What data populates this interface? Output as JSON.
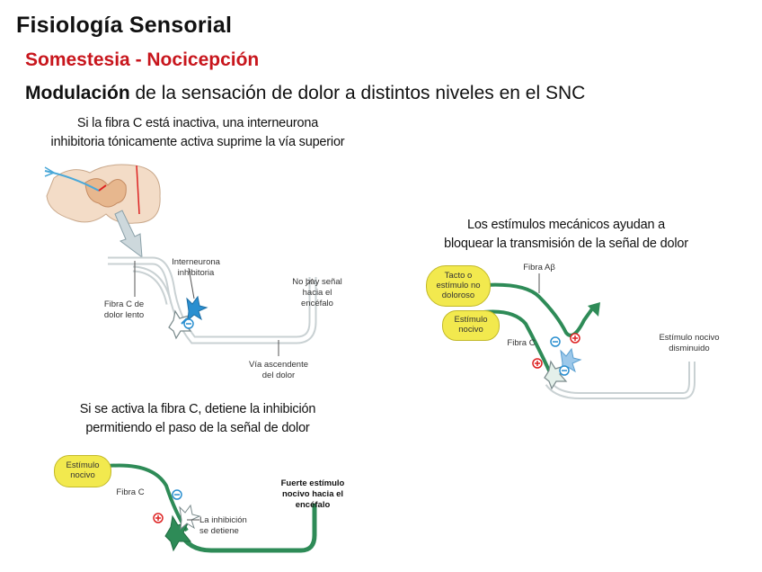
{
  "header": {
    "title": "Fisiología Sensorial",
    "subtitle": "Somestesia - Nocicepción",
    "heading_bold": "Modulación",
    "heading_rest": " de la sensación de dolor a distintos niveles en el SNC"
  },
  "panel_a": {
    "caption_line1": "Si la fibra C está inactiva, una interneurona",
    "caption_line2": "inhibitoria tónicamente activa suprime la vía superior",
    "label_interneuron_1": "Interneurona",
    "label_interneuron_2": "inhibitoria",
    "label_fiber_c_1": "Fibra C de",
    "label_fiber_c_2": "dolor lento",
    "label_no_signal_1": "No hay señal",
    "label_no_signal_2": "hacia el",
    "label_no_signal_3": "encéfalo",
    "label_pathway_1": "Vía ascendente",
    "label_pathway_2": "del dolor",
    "sign": "−"
  },
  "panel_b": {
    "caption_line1": "Los estímulos mecánicos ayudan a",
    "caption_line2": "bloquear la transmisión de la señal de dolor",
    "pill_touch_1": "Tacto o",
    "pill_touch_2": "estímulo no",
    "pill_touch_3": "doloroso",
    "pill_noxious_1": "Estímulo",
    "pill_noxious_2": "nocivo",
    "label_fiber_ab": "Fibra Aβ",
    "label_fiber_c": "Fibra C",
    "label_diminished_1": "Estímulo nocivo",
    "label_diminished_2": "disminuido",
    "sign_plus": "+",
    "sign_minus": "−"
  },
  "panel_c": {
    "caption_line1": "Si se activa la fibra C, detiene la inhibición",
    "caption_line2": "permitiendo el paso de la señal de dolor",
    "pill_noxious_1": "Estímulo",
    "pill_noxious_2": "nocivo",
    "label_fiber_c": "Fibra C",
    "label_stops_1": "La inhibición",
    "label_stops_2": "se detiene",
    "label_strong_1": "Fuerte estímulo",
    "label_strong_2": "nocivo hacia el",
    "label_strong_3": "encéfalo",
    "sign_plus": "+",
    "sign_minus": "−"
  },
  "colors": {
    "title_red": "#c8161d",
    "fiber_green": "#2e8b57",
    "inhibitory_blue": "#2a8fd0",
    "pill_yellow": "#f2e94e",
    "pathway_gray": "#b8c4c6"
  }
}
